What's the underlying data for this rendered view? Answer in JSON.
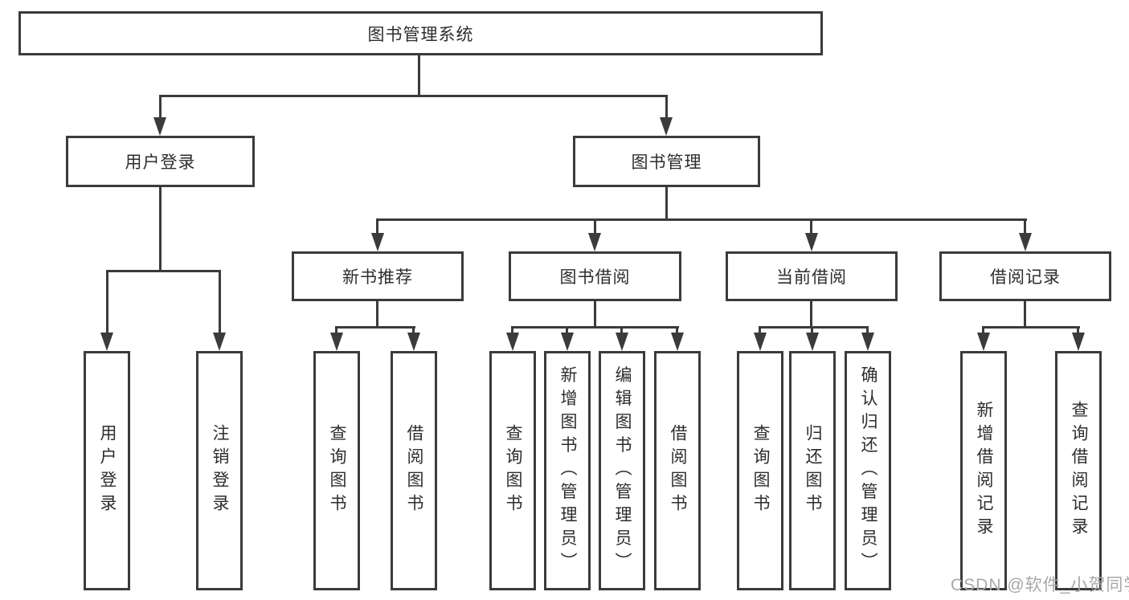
{
  "diagram": {
    "root": {
      "label": "图书管理系统"
    },
    "level2": [
      {
        "label": "用户登录"
      },
      {
        "label": "图书管理"
      }
    ],
    "level3": [
      {
        "label": "新书推荐"
      },
      {
        "label": "图书借阅"
      },
      {
        "label": "当前借阅"
      },
      {
        "label": "借阅记录"
      }
    ],
    "leaves": {
      "user_login": [
        "用户登录",
        "注销登录"
      ],
      "new_book": [
        "查询图书",
        "借阅图书"
      ],
      "book_borrow": [
        "查询图书",
        "新增图书（管理员）",
        "编辑图书（管理员）",
        "借阅图书"
      ],
      "current_borrow": [
        "查询图书",
        "归还图书",
        "确认归还（管理员）"
      ],
      "borrow_records": [
        "新增借阅记录",
        "查询借阅记录"
      ]
    }
  },
  "watermark": "CSDN @软件_小贺同学",
  "colors": {
    "line": "#3b3b3b",
    "text": "#2d2d2d",
    "watermark": "#a8a8a8",
    "background": "#ffffff"
  }
}
